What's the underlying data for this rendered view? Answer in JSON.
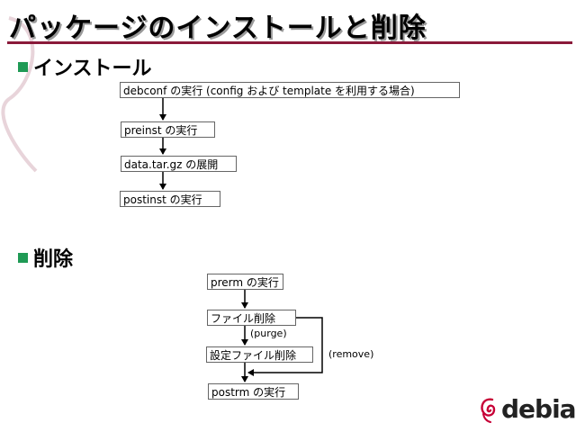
{
  "title": "パッケージのインストールと削除",
  "install": {
    "heading": "インストール",
    "steps": [
      "debconf の実行 (config および template を利用する場合)",
      "preinst の実行",
      "data.tar.gz の展開",
      "postinst の実行"
    ]
  },
  "remove": {
    "heading": "削除",
    "steps": [
      "prerm の実行",
      "ファイル削除",
      "設定ファイル削除",
      "postrm の実行"
    ],
    "purge_label": "(purge)",
    "remove_label": "(remove)"
  },
  "logo": {
    "text": "debian",
    "icon": "debian-swirl-icon",
    "accent": "#c70036"
  },
  "colors": {
    "title_rule": "#8a1a3a",
    "bullet": "#1f9a55"
  }
}
